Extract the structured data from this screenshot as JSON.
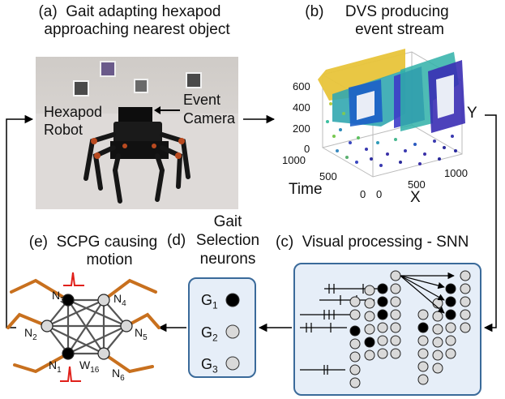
{
  "panel_a": {
    "tag": "(a)",
    "title_line1": "Gait adapting hexapod",
    "title_line2": "approaching nearest object",
    "label_hexapod": "Hexapod",
    "label_robot": "Robot",
    "label_event": "Event",
    "label_camera": "Camera"
  },
  "panel_b": {
    "tag": "(b)",
    "title_line1": "DVS producing",
    "title_line2": "event stream",
    "y_ticks": [
      "600",
      "400",
      "200",
      "0"
    ],
    "time_ticks": [
      "1000",
      "500",
      "0"
    ],
    "x_ticks": [
      "0",
      "500",
      "1000"
    ],
    "axis_time": "Time",
    "axis_x": "X",
    "axis_y": "Y"
  },
  "panel_c": {
    "tag": "(c)",
    "title": "Visual processing - SNN"
  },
  "panel_d": {
    "tag": "(d)",
    "title_line1": "Gait",
    "title_line2": "Selection",
    "title_line3": "neurons",
    "neurons": [
      {
        "base": "G",
        "sub": "1",
        "state": "active"
      },
      {
        "base": "G",
        "sub": "2",
        "state": "inactive"
      },
      {
        "base": "G",
        "sub": "3",
        "state": "inactive"
      }
    ]
  },
  "panel_e": {
    "tag": "(e)",
    "title_line1": "SCPG causing",
    "title_line2": "motion",
    "nodes": [
      {
        "base": "N",
        "sub": "1"
      },
      {
        "base": "N",
        "sub": "2"
      },
      {
        "base": "N",
        "sub": "3"
      },
      {
        "base": "N",
        "sub": "4"
      },
      {
        "base": "N",
        "sub": "5"
      },
      {
        "base": "N",
        "sub": "6"
      }
    ],
    "weight_base": "W",
    "weight_sub": "16"
  },
  "colors": {
    "panel_border": "#3a6a9a",
    "panel_fill": "#e6eef8",
    "leg": "#c8701e",
    "spike": "#e0201a",
    "neuron_active": "#000000",
    "neuron_inactive": "#d9d9d9"
  }
}
